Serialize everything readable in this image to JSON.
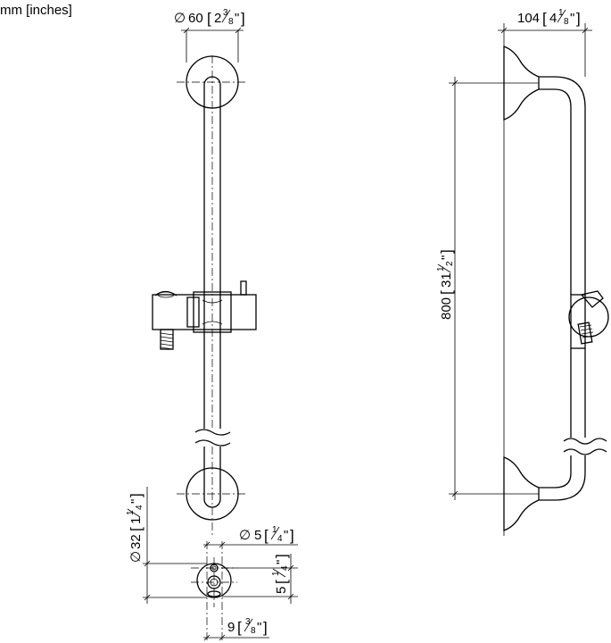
{
  "units_label": "mm [inches]",
  "dimensions": {
    "top_diameter": {
      "symbol": "∅",
      "mm": "60",
      "in_whole": "2",
      "in_num": "3",
      "in_den": "8",
      "quote": "\""
    },
    "projection": {
      "mm": "104",
      "in_whole": "4",
      "in_num": "1",
      "in_den": "8",
      "quote": "\""
    },
    "height": {
      "mm": "800",
      "in_whole": "31",
      "in_num": "1",
      "in_den": "2",
      "quote": "\""
    },
    "base_diameter": {
      "symbol": "∅",
      "mm": "32",
      "in_whole": "1",
      "in_num": "1",
      "in_den": "4",
      "quote": "\""
    },
    "hole_diameter": {
      "symbol": "∅",
      "mm": "5",
      "in_num": "1",
      "in_den": "4",
      "quote": "\""
    },
    "hole_spacing_vertical": {
      "mm": "5",
      "in_num": "1",
      "in_den": "4",
      "quote": "\""
    },
    "hole_spacing_horizontal": {
      "mm": "9",
      "in_num": "3",
      "in_den": "8",
      "quote": "\""
    }
  }
}
